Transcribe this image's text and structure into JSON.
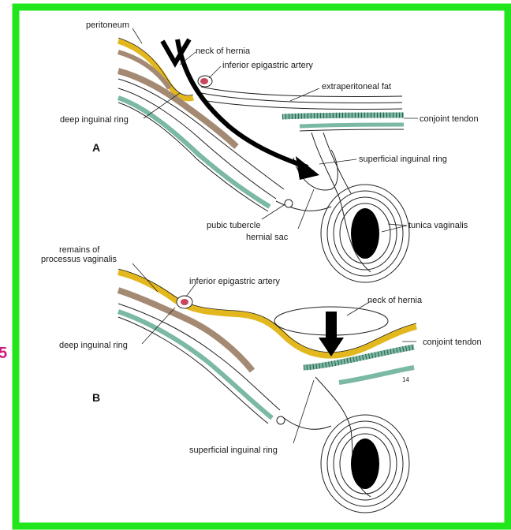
{
  "colors": {
    "frame": "#22e61c",
    "peritoneum_yellow": "#e3b81f",
    "fat_brown": "#a48a73",
    "tendon_green": "#7bb9a5",
    "artery_red": "#c8465f",
    "edge_mark": "#d21a7a"
  },
  "edge_mark": "5",
  "panel_a": {
    "letter": "A",
    "labels": {
      "peritoneum": "peritoneum",
      "neck_of_hernia": "neck of hernia",
      "inferior_epigastric_artery": "inferior epigastric artery",
      "extraperitoneal_fat": "extraperitoneal fat",
      "deep_inguinal_ring": "deep inguinal ring",
      "conjoint_tendon": "conjoint tendon",
      "superficial_inguinal_ring": "superficial inguinal ring",
      "pubic_tubercle": "pubic tubercle",
      "hernial_sac": "hernial sac",
      "tunica_vaginalis": "tunica vaginalis"
    }
  },
  "panel_b": {
    "letter": "B",
    "labels": {
      "remains_line1": "remains of",
      "remains_line2": "processus vaginalis",
      "inferior_epigastric_artery": "inferior epigastric artery",
      "neck_of_hernia": "neck of hernia",
      "conjoint_tendon": "conjoint tendon",
      "deep_inguinal_ring": "deep inguinal ring",
      "superficial_inguinal_ring": "superficial inguinal ring",
      "artist_mark": "14"
    }
  }
}
